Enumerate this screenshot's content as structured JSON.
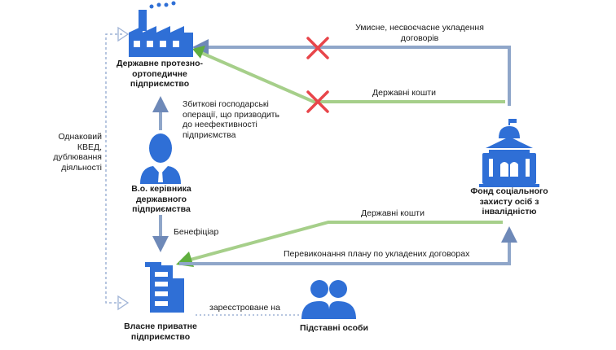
{
  "nodes": {
    "state_enterprise": "Державне протезно-ортопедичне підприємство",
    "acting_head": "В.о. керівника державного підприємства",
    "private_enterprise": "Власне приватне підприємство",
    "nominees": "Підставні особи",
    "fund": "Фонд соціального захисту осіб з інвалідністю"
  },
  "edges": {
    "late_contracts": "Умисне, несвоєчасне укладення договорів",
    "state_funds_top": "Державні кошти",
    "losses": "Збиткові господарські операції, що призводить до неефективності підприємства",
    "same_kved": "Однаковий КВЕД, дублювання діяльності",
    "beneficiary": "Бенефіціар",
    "state_funds_bottom": "Державні кошти",
    "overfulfilment": "Перевиконання плану по укладених договорах",
    "registered_on": "зареєстроване на"
  },
  "colors": {
    "icon_blue": "#2f6fd6",
    "arrow_grey_blue": "#8fa6c9",
    "arrow_green": "#a6cf8a",
    "cross_red": "#e8454a"
  },
  "icons": [
    "factory-icon",
    "person-icon",
    "office-building-icon",
    "people-group-icon",
    "government-building-icon",
    "cross-icon"
  ]
}
